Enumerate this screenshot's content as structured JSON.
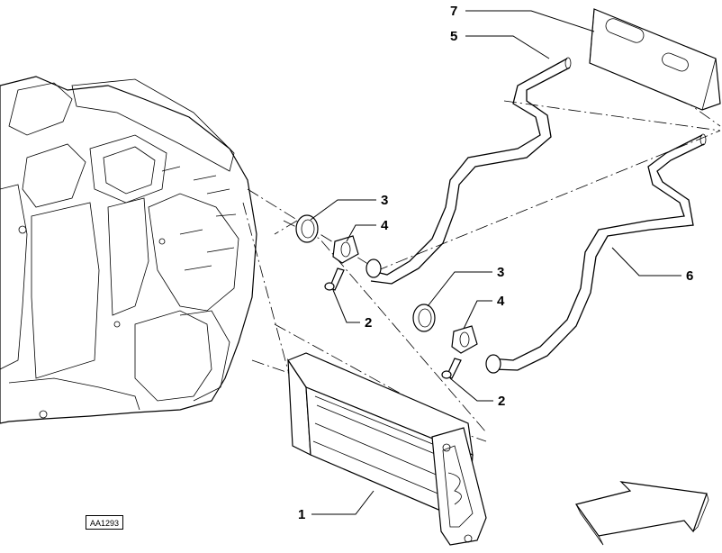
{
  "reference_code": "AA1293",
  "callouts": [
    {
      "id": "c7",
      "text": "7"
    },
    {
      "id": "c5",
      "text": "5"
    },
    {
      "id": "c3a",
      "text": "3"
    },
    {
      "id": "c4a",
      "text": "4"
    },
    {
      "id": "c2a",
      "text": "2"
    },
    {
      "id": "c3b",
      "text": "3"
    },
    {
      "id": "c4b",
      "text": "4"
    },
    {
      "id": "c2b",
      "text": "2"
    },
    {
      "id": "c6",
      "text": "6"
    },
    {
      "id": "c1",
      "text": "1"
    }
  ]
}
